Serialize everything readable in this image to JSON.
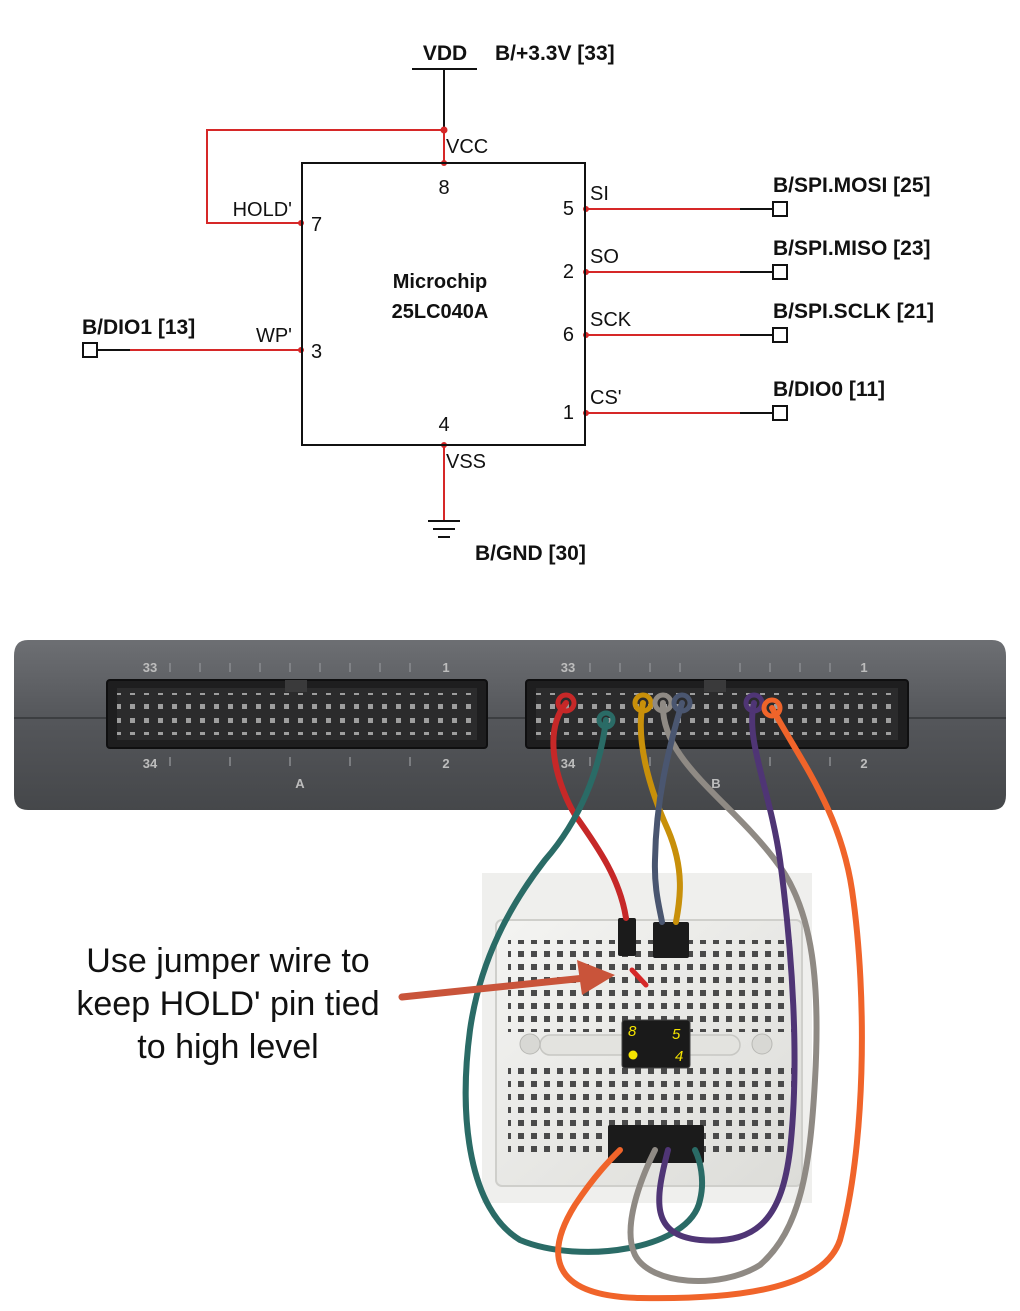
{
  "schematic": {
    "supply_label": "VDD",
    "supply_net": "B/+3.3V [33]",
    "ground_net": "B/GND [30]",
    "chip": {
      "vendor": "Microchip",
      "part": "25LC040A"
    },
    "pins": [
      {
        "number": "8",
        "name": "VCC"
      },
      {
        "number": "7",
        "name": "HOLD'"
      },
      {
        "number": "3",
        "name": "WP'"
      },
      {
        "number": "4",
        "name": "VSS"
      },
      {
        "number": "5",
        "name": "SI"
      },
      {
        "number": "2",
        "name": "SO"
      },
      {
        "number": "6",
        "name": "SCK"
      },
      {
        "number": "1",
        "name": "CS'"
      }
    ],
    "nets": {
      "wp": "B/DIO1 [13]",
      "si": "B/SPI.MOSI [25]",
      "so": "B/SPI.MISO [23]",
      "sck": "B/SPI.SCLK [21]",
      "cs": "B/DIO0 [11]"
    }
  },
  "photo": {
    "connector_a": {
      "label": "A",
      "top_left": "33",
      "top_right": "1",
      "bottom_left": "34",
      "bottom_right": "2"
    },
    "connector_b": {
      "label": "B",
      "top_left": "33",
      "top_right": "1",
      "bottom_left": "34",
      "bottom_right": "2"
    },
    "chip_pin_marks": {
      "top_left": "8",
      "top_right": "5",
      "bottom_right": "4"
    },
    "annotation_lines": [
      "Use jumper wire to",
      "keep HOLD' pin tied",
      "to high level"
    ],
    "colors": {
      "schematic_wire": "#d62828",
      "device_body": "#55575b",
      "wire_red": "#c62828",
      "wire_teal": "#2a6b66",
      "wire_gold": "#c8900a",
      "wire_gray": "#8f8a84",
      "wire_blue": "#4a5670",
      "wire_purple": "#4f3575",
      "wire_orange": "#f0642a",
      "arrow": "#c9543a"
    }
  }
}
